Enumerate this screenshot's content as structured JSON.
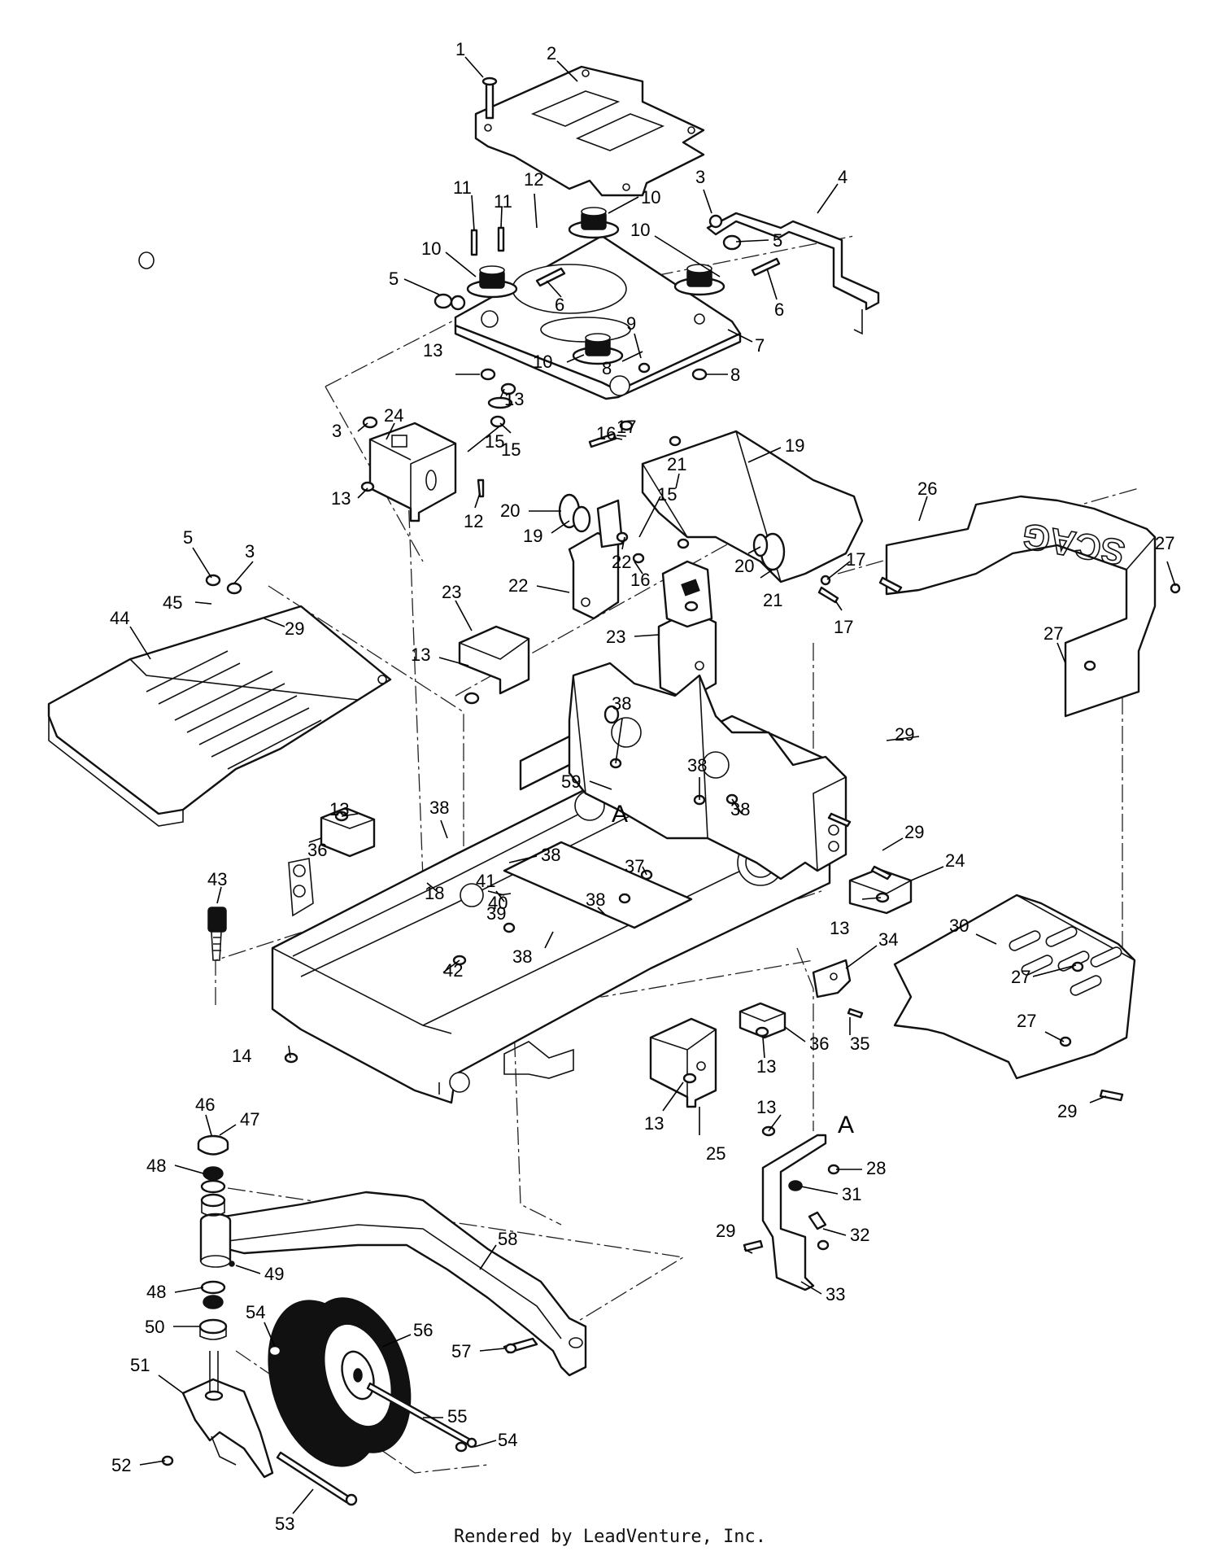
{
  "diagram": {
    "brand_decal": "SCAG",
    "reference_marks": [
      "A",
      "A"
    ],
    "callouts": [
      "1",
      "2",
      "3",
      "3",
      "3",
      "4",
      "5",
      "5",
      "5",
      "6",
      "6",
      "7",
      "8",
      "8",
      "9",
      "10",
      "10",
      "10",
      "10",
      "11",
      "11",
      "12",
      "12",
      "13",
      "13",
      "13",
      "13",
      "13",
      "13",
      "13",
      "13",
      "13",
      "14",
      "15",
      "15",
      "15",
      "16",
      "16",
      "17",
      "17",
      "17",
      "18",
      "19",
      "19",
      "20",
      "20",
      "21",
      "21",
      "22",
      "22",
      "23",
      "23",
      "24",
      "24",
      "25",
      "26",
      "27",
      "27",
      "27",
      "27",
      "28",
      "29",
      "29",
      "29",
      "29",
      "29",
      "30",
      "31",
      "32",
      "33",
      "34",
      "35",
      "36",
      "36",
      "37",
      "38",
      "38",
      "38",
      "38",
      "38",
      "38",
      "38",
      "39",
      "40",
      "41",
      "42",
      "43",
      "44",
      "45",
      "46",
      "47",
      "48",
      "48",
      "49",
      "50",
      "51",
      "52",
      "53",
      "54",
      "54",
      "55",
      "56",
      "57",
      "58",
      "59"
    ]
  },
  "footer": {
    "credit": "Rendered by LeadVenture, Inc."
  }
}
